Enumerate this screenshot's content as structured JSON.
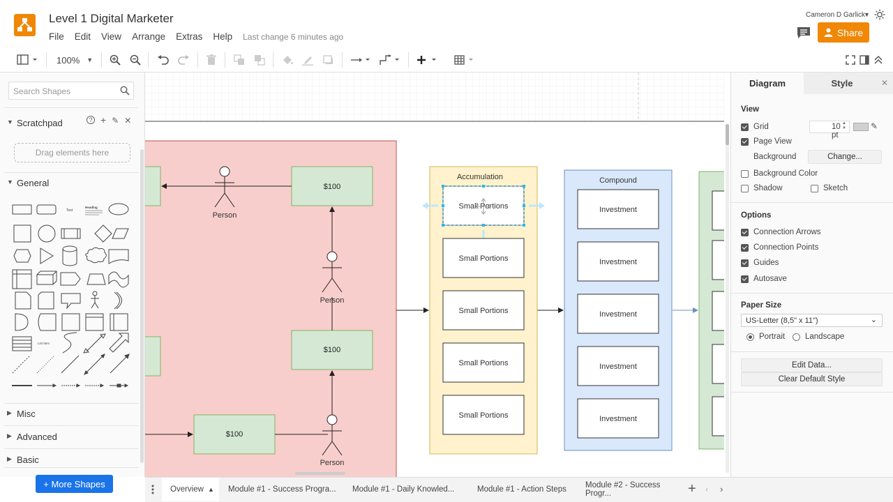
{
  "app": {
    "document_title": "Level 1 Digital Marketer",
    "menu": [
      "File",
      "Edit",
      "View",
      "Arrange",
      "Extras",
      "Help"
    ],
    "last_change": "Last change 6 minutes ago",
    "user_name": "Cameron D Garlick",
    "share_label": "Share"
  },
  "toolbar": {
    "zoom": "100%"
  },
  "sidebar": {
    "search_placeholder": "Search Shapes",
    "scratchpad_label": "Scratchpad",
    "drop_hint": "Drag elements here",
    "sections": [
      "General",
      "Misc",
      "Advanced",
      "Basic"
    ],
    "shape_text_labels": {
      "text": "Text",
      "heading": "Heading",
      "list_item": "List Item"
    },
    "more_shapes_label": "+ More Shapes"
  },
  "diagram": {
    "money_label": "$100",
    "person_label": "Person",
    "accumulation": {
      "title": "Accumulation",
      "items": [
        "Small Portions",
        "Small Portions",
        "Small Portions",
        "Small Portions",
        "Small Portions"
      ]
    },
    "compound": {
      "title": "Compound",
      "items": [
        "Investment",
        "Investment",
        "Investment",
        "Investment",
        "Investment"
      ]
    },
    "colors": {
      "red_group": "#f8cecc",
      "red_border": "#b85450",
      "green_box": "#d5e8d4",
      "green_border": "#82b366",
      "yellow_group": "#fff2cc",
      "yellow_border": "#d6b656",
      "blue_group": "#dae8fc",
      "blue_border": "#6c8ebf"
    }
  },
  "format_panel": {
    "tabs": [
      "Diagram",
      "Style"
    ],
    "view_heading": "View",
    "grid_label": "Grid",
    "grid_size": "10 pt",
    "page_view_label": "Page View",
    "background_label": "Background",
    "change_label": "Change...",
    "background_color_label": "Background Color",
    "shadow_label": "Shadow",
    "sketch_label": "Sketch",
    "options_heading": "Options",
    "connection_arrows_label": "Connection Arrows",
    "connection_points_label": "Connection Points",
    "guides_label": "Guides",
    "autosave_label": "Autosave",
    "paper_size_heading": "Paper Size",
    "paper_size_value": "US-Letter (8,5\" x 11\")",
    "portrait_label": "Portrait",
    "landscape_label": "Landscape",
    "edit_data_label": "Edit Data...",
    "clear_style_label": "Clear Default Style"
  },
  "pages": [
    "Overview",
    "Module #1 - Success Progra...",
    "Module #1 - Daily Knowled...",
    "Module #1 - Action Steps",
    "Module #2 - Success Progr..."
  ]
}
